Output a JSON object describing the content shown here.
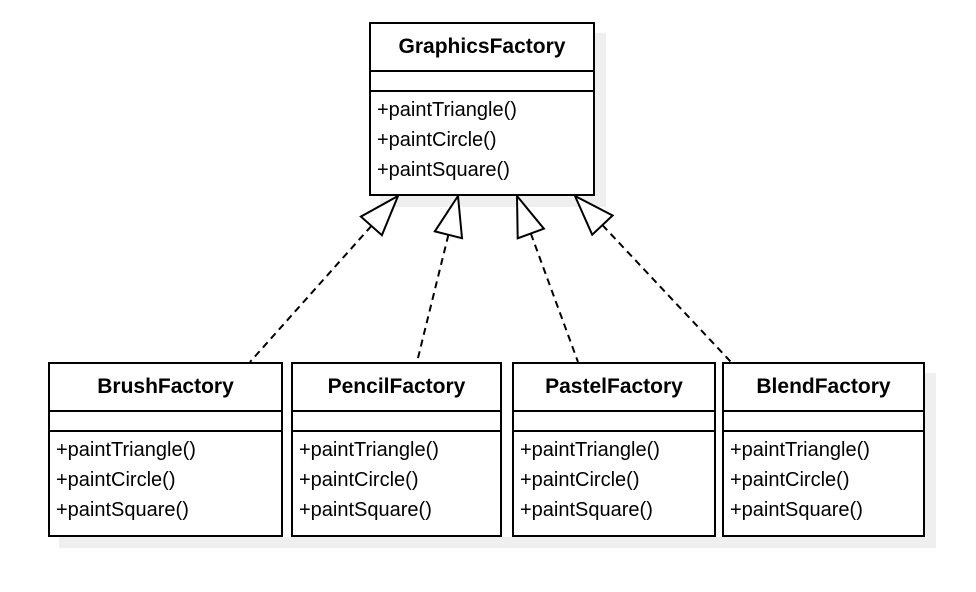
{
  "diagram": {
    "type": "uml-class-diagram",
    "classes": [
      {
        "name": "GraphicsFactory",
        "attributes": [],
        "methods": [
          "+paintTriangle()",
          "+paintCircle()",
          "+paintSquare()"
        ]
      },
      {
        "name": "BrushFactory",
        "attributes": [],
        "methods": [
          "+paintTriangle()",
          "+paintCircle()",
          "+paintSquare()"
        ]
      },
      {
        "name": "PencilFactory",
        "attributes": [],
        "methods": [
          "+paintTriangle()",
          "+paintCircle()",
          "+paintSquare()"
        ]
      },
      {
        "name": "PastelFactory",
        "attributes": [],
        "methods": [
          "+paintTriangle()",
          "+paintCircle()",
          "+paintSquare()"
        ]
      },
      {
        "name": "BlendFactory",
        "attributes": [],
        "methods": [
          "+paintTriangle()",
          "+paintCircle()",
          "+paintSquare()"
        ]
      }
    ],
    "relationships": [
      {
        "from": "BrushFactory",
        "to": "GraphicsFactory",
        "type": "realization",
        "line_style": "dashed",
        "arrowhead": "hollow-triangle"
      },
      {
        "from": "PencilFactory",
        "to": "GraphicsFactory",
        "type": "realization",
        "line_style": "dashed",
        "arrowhead": "hollow-triangle"
      },
      {
        "from": "PastelFactory",
        "to": "GraphicsFactory",
        "type": "realization",
        "line_style": "dashed",
        "arrowhead": "hollow-triangle"
      },
      {
        "from": "BlendFactory",
        "to": "GraphicsFactory",
        "type": "realization",
        "line_style": "dashed",
        "arrowhead": "hollow-triangle"
      }
    ],
    "colors": {
      "stroke": "#000000",
      "box_fill": "#ffffff",
      "text": "#000000",
      "shadow": "#efefef",
      "background": "#ffffff"
    }
  }
}
